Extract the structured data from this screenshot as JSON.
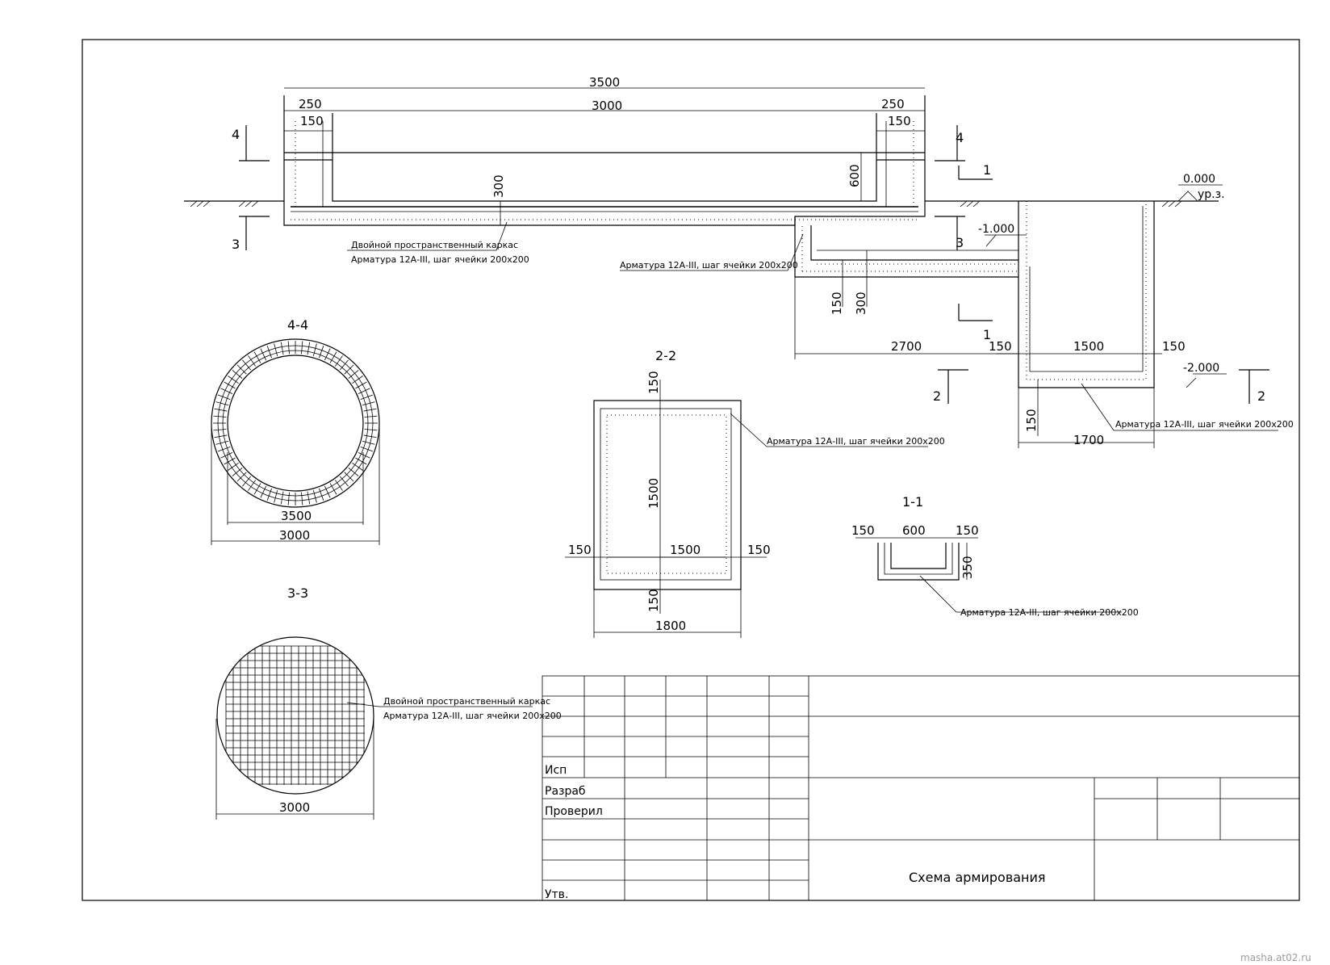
{
  "dimensions": {
    "top_total": "3500",
    "top_side_left": "250",
    "top_inner": "3000",
    "top_side_right": "250",
    "top_wall_left": "150",
    "top_wall_right": "150",
    "top_depth_300": "300",
    "top_depth_600": "600",
    "channel_150": "150",
    "channel_300": "300",
    "channel_len": "2700",
    "pit_wall_l": "150",
    "pit_inner": "1500",
    "pit_wall_r": "150",
    "pit_bottom": "150",
    "pit_total": "1700",
    "s22_top": "150",
    "s22_height": "1500",
    "s22_bottom": "150",
    "s22_left": "150",
    "s22_inner": "1500",
    "s22_right": "150",
    "s22_total": "1800",
    "s11_left": "150",
    "s11_inner": "600",
    "s11_right": "150",
    "s11_height": "350",
    "s44_outer": "3500",
    "s44_inner": "3000",
    "s33_diam": "3000"
  },
  "elevations": {
    "zero": "0.000",
    "zero_label": "ур.з.",
    "minus1": "-1.000",
    "minus2": "-2.000"
  },
  "section_marks": {
    "s4": "4",
    "s3": "3",
    "s1": "1",
    "s2": "2"
  },
  "section_titles": {
    "s44": "4-4",
    "s33": "3-3",
    "s22": "2-2",
    "s11": "1-1"
  },
  "notes": {
    "double_frame": "Двойной пространственный каркас",
    "rebar_main": "Арматура 12А-III, шаг ячейки 200х200",
    "rebar_channel": "Арматура 12А-III, шаг ячейки 200х200",
    "rebar_pit": "Арматура 12А-III, шаг ячейки 200х200",
    "rebar_s22": "Арматура 12А-III, шаг ячейки 200х200",
    "rebar_s11": "Арматура 12А-III, шаг ячейки 200х200",
    "double_frame_33": "Двойной пространственный каркас",
    "rebar_33": "Арматура 12А-III, шаг ячейки 200х200"
  },
  "title_block": {
    "isp": "Исп",
    "razrab": "Разраб",
    "proveril": "Проверил",
    "utv": "Утв.",
    "title": "Схема армирования"
  },
  "watermark": "masha.at02.ru"
}
